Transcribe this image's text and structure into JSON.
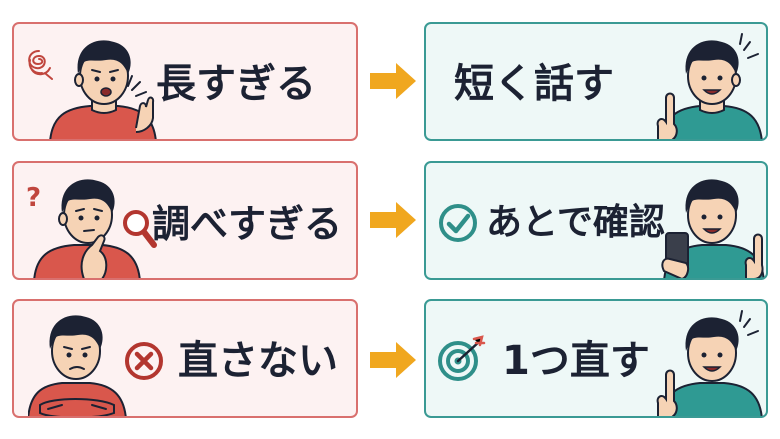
{
  "rows": [
    {
      "problem": {
        "label": "長すぎる",
        "icon": "tangle-scribble-icon"
      },
      "solution": {
        "label": "短く話す",
        "icon": "raised-finger-icon"
      }
    },
    {
      "problem": {
        "label": "調べすぎる",
        "icon": "magnifier-icon"
      },
      "solution": {
        "label": "あとで確認",
        "icon": "check-circle-icon"
      }
    },
    {
      "problem": {
        "label": "直さない",
        "icon": "x-circle-icon"
      },
      "solution": {
        "label": "1つ直す",
        "icon": "target-arrow-icon"
      }
    }
  ],
  "colors": {
    "problem_border": "#d9706e",
    "problem_bg": "#fdf2f2",
    "solution_border": "#3a9a94",
    "solution_bg": "#eef8f7",
    "arrow": "#f0a71f",
    "text": "#1c2233",
    "problem_shirt": "#d9574c",
    "solution_shirt": "#2f9a93"
  }
}
